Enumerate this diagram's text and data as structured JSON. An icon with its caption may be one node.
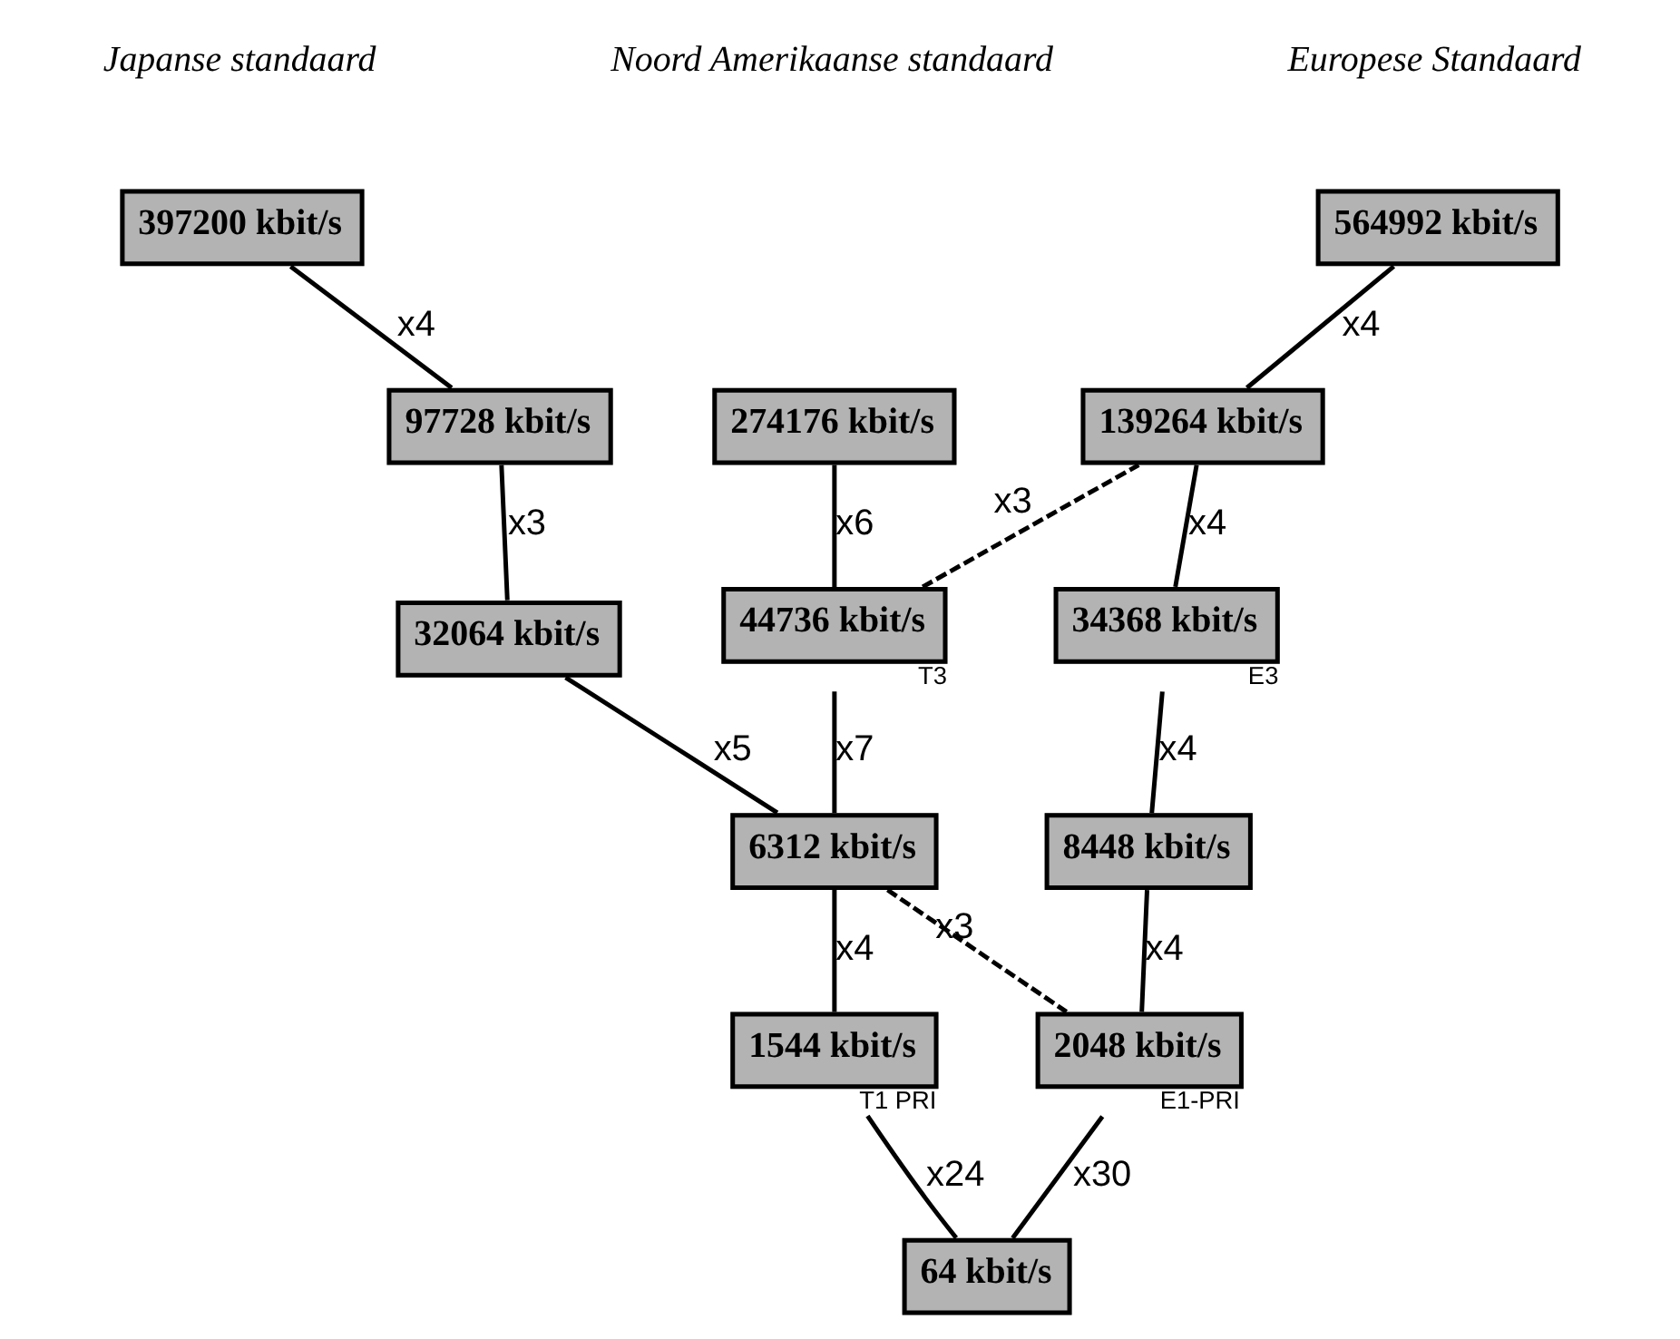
{
  "diagram": {
    "nodes": [
      {
        "text": [
          "397200 kbit/s"
        ]
      },
      {
        "text": [
          "564992 kbit/s"
        ]
      },
      {
        "text": [
          "97728 kbit/s"
        ]
      },
      {
        "text": [
          "274176 kbit/s"
        ]
      },
      {
        "text": [
          "139264 kbit/s"
        ]
      },
      {
        "text": [
          "32064 kbit/s"
        ]
      },
      {
        "text": [
          "44736 kbit/s"
        ],
        "beside": [
          "T3"
        ]
      },
      {
        "text": [
          "34368 kbit/s"
        ],
        "beside": [
          "E3"
        ]
      },
      {
        "text": [
          "6312 kbit/s"
        ]
      },
      {
        "text": [
          "8448 kbit/s"
        ]
      },
      {
        "text": [
          "1544 kbit/s"
        ],
        "beside": [
          "T1 PRI"
        ]
      },
      {
        "text": [
          "2048 kbit/s"
        ],
        "beside": [
          "E1-PRI"
        ]
      },
      {
        "text": [
          "64 kbit/s"
        ]
      }
    ],
    "edges": [
      {
        "from": 0,
        "to": 2,
        "arrow": "none",
        "label": "x4"
      },
      {
        "from": 2,
        "to": 5,
        "arrow": "none",
        "label": "x3"
      },
      {
        "from": 5,
        "to": 8,
        "arrow": "none",
        "label": "x5"
      },
      {
        "from": 3,
        "to": 6,
        "arrow": "none",
        "label": "x6"
      },
      {
        "from": 6,
        "to": 8,
        "arrow": "none",
        "label": "x7"
      },
      {
        "from": 6,
        "to": 4,
        "arrow": "none",
        "label": "x3",
        "style": "dashed"
      },
      {
        "from": 1,
        "to": 4,
        "arrow": "none",
        "label": "x4"
      },
      {
        "from": 4,
        "to": 7,
        "arrow": "none",
        "label": "x4"
      },
      {
        "from": 7,
        "to": 9,
        "arrow": "none",
        "label": "x4"
      },
      {
        "from": 9,
        "to": 11,
        "arrow": "none",
        "label": "x4"
      },
      {
        "from": 8,
        "to": 10,
        "arrow": "none",
        "label": "x4"
      },
      {
        "from": 8,
        "to": 11,
        "arrow": "none",
        "label": "x3",
        "style": "dashed"
      },
      {
        "from": 10,
        "to": 12,
        "arrow": "none",
        "label": "x24"
      },
      {
        "from": 11,
        "to": 12,
        "arrow": "none",
        "label": "x30"
      }
    ],
    "labels": [
      "Japanse standaard",
      "Noord Amerikaanse standaard",
      "Europese Standaard"
    ]
  }
}
